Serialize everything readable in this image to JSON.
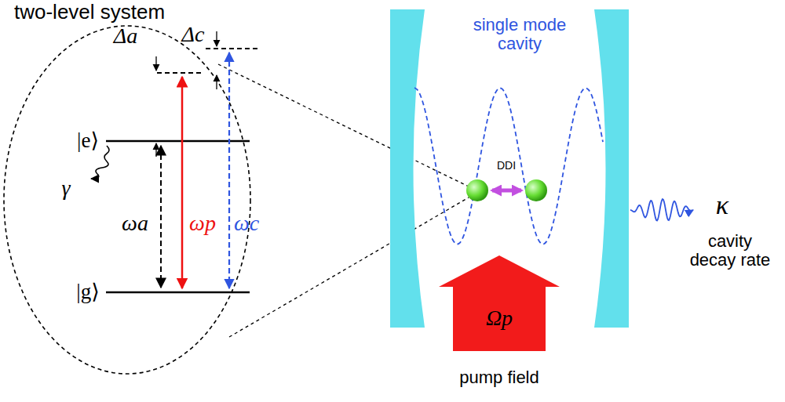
{
  "diagram": {
    "nodes": [
      {
        "text": [
          "two-level system"
        ]
      }
    ],
    "labels": [
      "Δa",
      "Δc",
      "|e⟩",
      "|g⟩",
      "γ",
      "ωa",
      "ωp",
      "ωc",
      "single mode cavity",
      "DDI",
      "κ",
      "cavity decay rate",
      "Ωp",
      "pump field"
    ]
  }
}
